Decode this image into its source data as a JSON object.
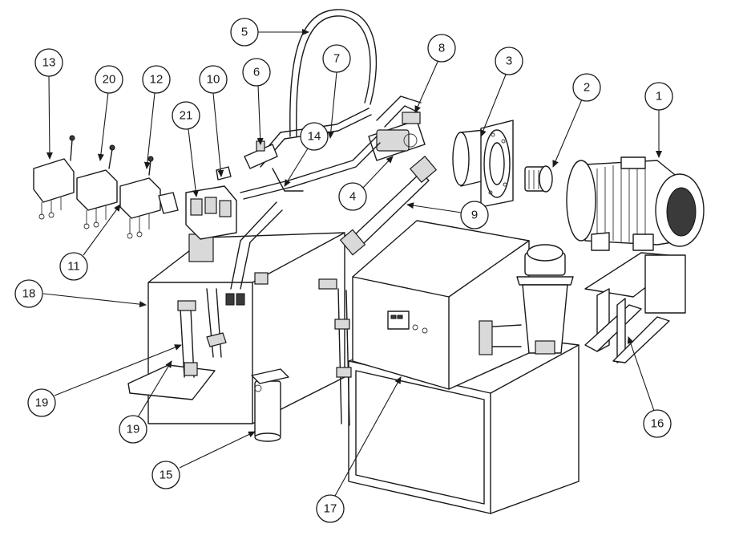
{
  "callouts": [
    "1",
    "2",
    "3",
    "4",
    "5",
    "6",
    "7",
    "8",
    "9",
    "10",
    "11",
    "12",
    "13",
    "14",
    "15",
    "16",
    "17",
    "18",
    "19",
    "19",
    "20",
    "21"
  ]
}
